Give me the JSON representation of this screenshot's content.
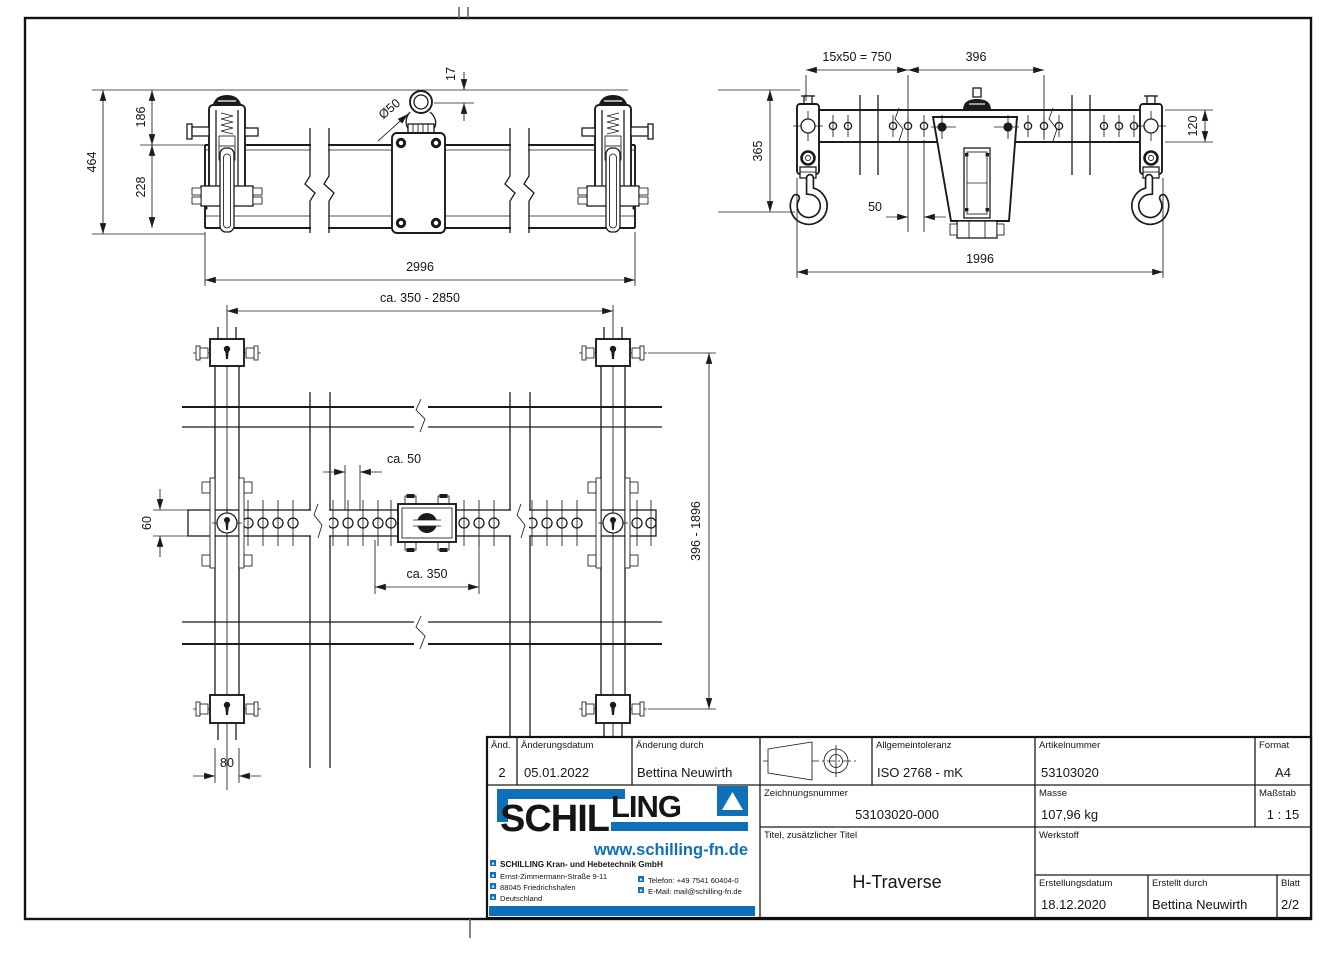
{
  "views": {
    "front": {
      "dims": {
        "height_total": "464",
        "height_upper": "186",
        "height_beam": "228",
        "ring_offset": "17",
        "ring_diameter": "Ø50",
        "length_total": "2996"
      }
    },
    "side": {
      "dims": {
        "hole_pattern": "15x50 = 750",
        "beam_gap": "396",
        "beam_height": "120",
        "hook_drop": "365",
        "hole_pitch": "50",
        "length_total": "1996"
      }
    },
    "plan": {
      "dims": {
        "span_range": "ca. 350 - 2850",
        "hole_pitch": "ca. 50",
        "center_span": "ca. 350",
        "bar_width": "60",
        "beam_spacing_range": "396 - 1896",
        "post_width": "80"
      }
    }
  },
  "title_block": {
    "and_label": "Änd.",
    "and_value": "2",
    "aenderungsdatum_label": "Änderungsdatum",
    "aenderungsdatum_value": "05.01.2022",
    "aenderung_durch_label": "Änderung durch",
    "aenderung_durch_value": "Bettina Neuwirth",
    "allgemeintoleranz_label": "Allgemeintoleranz",
    "allgemeintoleranz_value": "ISO 2768 - mK",
    "artikelnummer_label": "Artikelnummer",
    "artikelnummer_value": "53103020",
    "format_label": "Format",
    "format_value": "A4",
    "zeichnungsnummer_label": "Zeichnungsnummer",
    "zeichnungsnummer_value": "53103020-000",
    "masse_label": "Masse",
    "masse_value": "107,96 kg",
    "massstab_label": "Maßstab",
    "massstab_value": "1 : 15",
    "titel_label": "Titel, zusätzlicher Titel",
    "titel_value": "H-Traverse",
    "werkstoff_label": "Werkstoff",
    "erstellungsdatum_label": "Erstellungsdatum",
    "erstellungsdatum_value": "18.12.2020",
    "erstellt_durch_label": "Erstellt durch",
    "erstellt_durch_value": "Bettina Neuwirth",
    "blatt_label": "Blatt",
    "blatt_value": "2/2"
  },
  "logo": {
    "brand_part1": "SCHIL",
    "brand_part2": "LING",
    "website": "www.schilling-fn.de",
    "company": "SCHILLING Kran- und Hebetechnik GmbH",
    "street": "Ernst-Zimmermann-Straße 9-11",
    "city": "88045 Friedrichshafen",
    "country": "Deutschland",
    "phone": "Telefon: +49 7541 60404-0",
    "email": "E-Mail: mail@schilling-fn.de",
    "brand_blue": "#0f6fb7"
  }
}
